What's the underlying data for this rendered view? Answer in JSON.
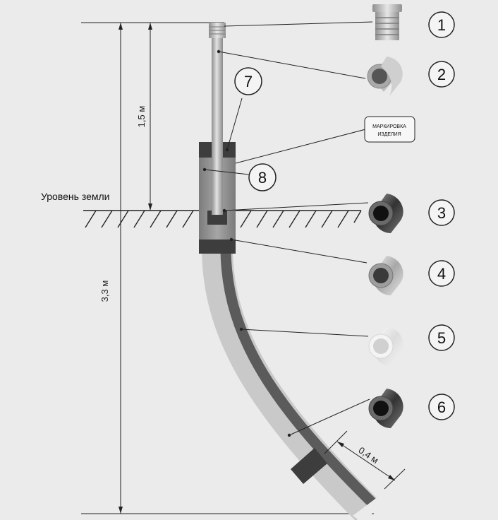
{
  "labels": {
    "ground_level": "Уровень земли",
    "marking": [
      "МАРКИРОВКА",
      "ИЗДЕЛИЯ"
    ],
    "dim_above": "1,5 м",
    "dim_total": "3,3 м",
    "dim_bend": "0,4 м"
  },
  "callouts": [
    "1",
    "2",
    "3",
    "4",
    "5",
    "6",
    "7",
    "8"
  ],
  "colors": {
    "background": "#ebebeb",
    "sheath": "#c8c8c8",
    "inner_pipe": "#5a5a5a",
    "metal": "#b0b0b0",
    "clamp": "#3c3c3c"
  }
}
